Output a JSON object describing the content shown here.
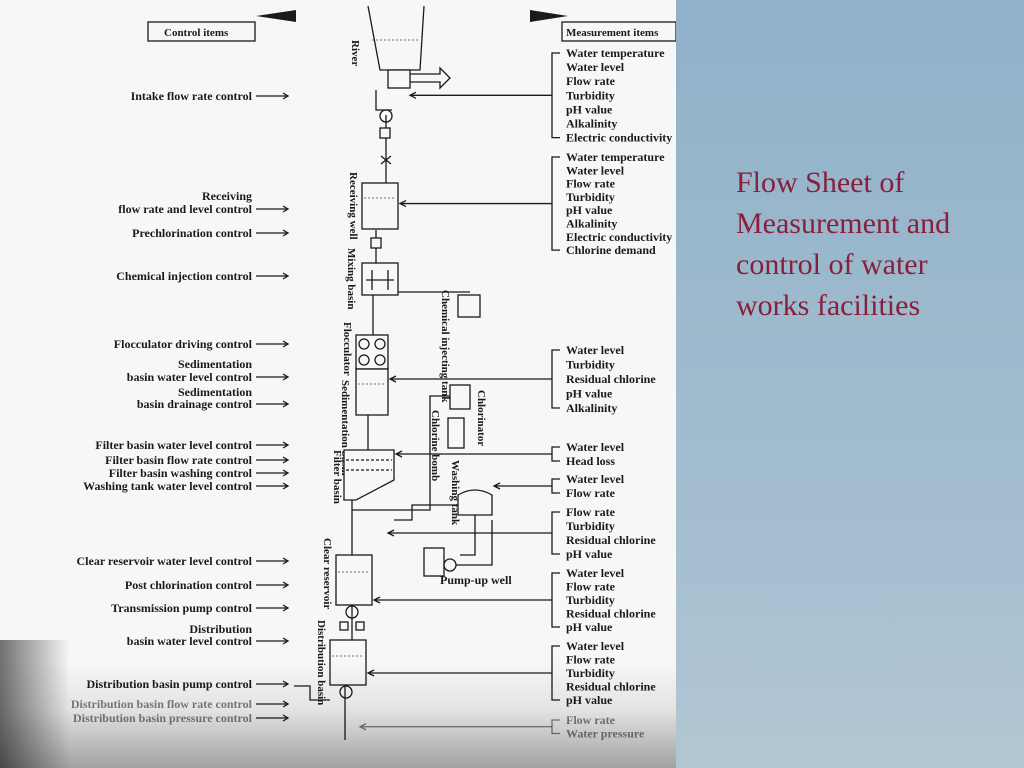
{
  "slide": {
    "title": "Flow Sheet of Measurement and control of water works facilities"
  },
  "diagram": {
    "control_header": "Control items",
    "measurement_header": "Measurement items",
    "facilities": [
      "River",
      "Receiving well",
      "Mixing basin",
      "Flocculator",
      "Sedimentation basin",
      "Filter basin",
      "Clear reservoir",
      "Distribution basin"
    ],
    "equipment": [
      "Chemical injecting tank",
      "Chlorinator",
      "Chlorine bomb",
      "Washing tank",
      "Pump-up well"
    ],
    "control_items": [
      "Intake flow rate control",
      "Receiving",
      "flow rate and level control",
      "Prechlorination control",
      "Chemical injection control",
      "Flocculator driving control",
      "Sedimentation",
      "basin water level control",
      "Sedimentation",
      "basin drainage control",
      "Filter basin water level control",
      "Filter basin flow rate control",
      "Filter basin washing control",
      "Washing tank water level control",
      "Clear reservoir water level control",
      "Post chlorination control",
      "Transmission pump control",
      "Distribution",
      "basin water level control",
      "Distribution basin pump control",
      "Distribution basin flow rate control",
      "Distribution basin pressure control"
    ],
    "measurement_groups": [
      [
        "Water temperature",
        "Water level",
        "Flow rate",
        "Turbidity",
        "pH value",
        "Alkalinity",
        "Electric conductivity"
      ],
      [
        "Water temperature",
        "Water level",
        "Flow rate",
        "Turbidity",
        "pH value",
        "Alkalinity",
        "Electric conductivity",
        "Chlorine demand"
      ],
      [
        "Water level",
        "Turbidity",
        "Residual chlorine",
        "pH value",
        "Alkalinity"
      ],
      [
        "Water level",
        "Head loss"
      ],
      [
        "Water level",
        "Flow rate"
      ],
      [
        "Flow rate",
        "Turbidity",
        "Residual chlorine",
        "pH value"
      ],
      [
        "Water level",
        "Flow rate",
        "Turbidity",
        "Residual chlorine",
        "pH value"
      ],
      [
        "Water level",
        "Flow rate",
        "Turbidity",
        "Residual chlorine",
        "pH value"
      ],
      [
        "Flow rate",
        "Water pressure"
      ]
    ]
  }
}
